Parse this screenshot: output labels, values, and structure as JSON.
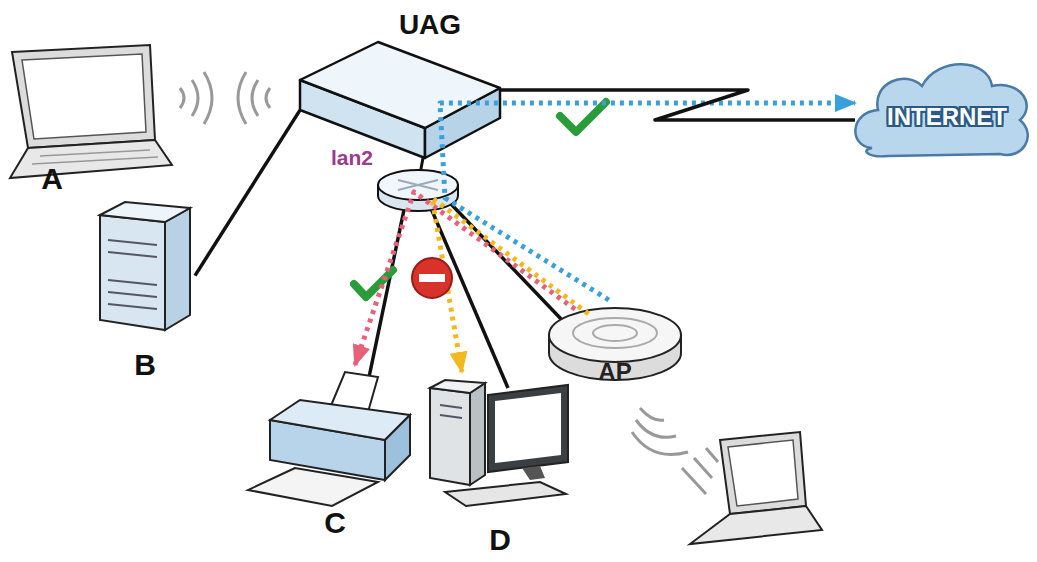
{
  "diagram": {
    "nodes": [
      {
        "text": [
          "UAG"
        ]
      },
      {
        "text": [
          "A"
        ]
      },
      {
        "text": [
          "INTERNET"
        ]
      },
      {
        "text": [
          "B"
        ]
      },
      {
        "text": [
          "AP"
        ]
      },
      {
        "text": [
          "C"
        ]
      },
      {
        "text": [
          "D"
        ]
      }
    ],
    "edges": [
      {
        "from": 4,
        "to": 2,
        "arrow": "to"
      },
      {
        "from": 4,
        "to": 5,
        "arrow": "to"
      },
      {
        "from": 4,
        "to": 6,
        "arrow": "to"
      },
      {
        "from": 0,
        "to": 3,
        "arrow": "none"
      },
      {
        "from": 0,
        "to": 2,
        "arrow": "none"
      }
    ],
    "labels": [
      "lan2"
    ]
  }
}
